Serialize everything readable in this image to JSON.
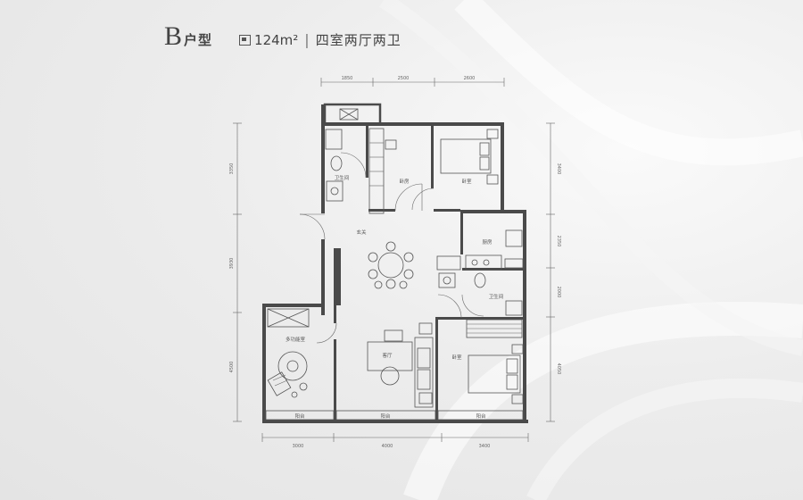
{
  "header": {
    "unit_letter": "B",
    "unit_type": "户型",
    "area": "124m²",
    "separator": "|",
    "layout_desc": "四室两厅两卫"
  },
  "rooms": {
    "bathroom_1": "卫生间",
    "bedroom_1": "卧房",
    "bedroom_2": "卧室",
    "entrance": "玄关",
    "kitchen": "厨房",
    "bathroom_2": "卫生间",
    "multi_room": "多功能室",
    "living_room": "客厅",
    "bedroom_3": "卧室",
    "balcony_1": "阳台",
    "balcony_2": "阳台",
    "balcony_3": "阳台"
  },
  "dimensions": {
    "top": [
      "1850",
      "2500",
      "2600"
    ],
    "bottom": [
      "3000",
      "4000",
      "3400"
    ],
    "left": [
      "3350",
      "3930",
      "4500"
    ],
    "right": [
      "3400",
      "2350",
      "2000",
      "4050"
    ]
  },
  "colors": {
    "wall": "#4a4a4a",
    "text": "#444444",
    "background": "#ececec"
  }
}
